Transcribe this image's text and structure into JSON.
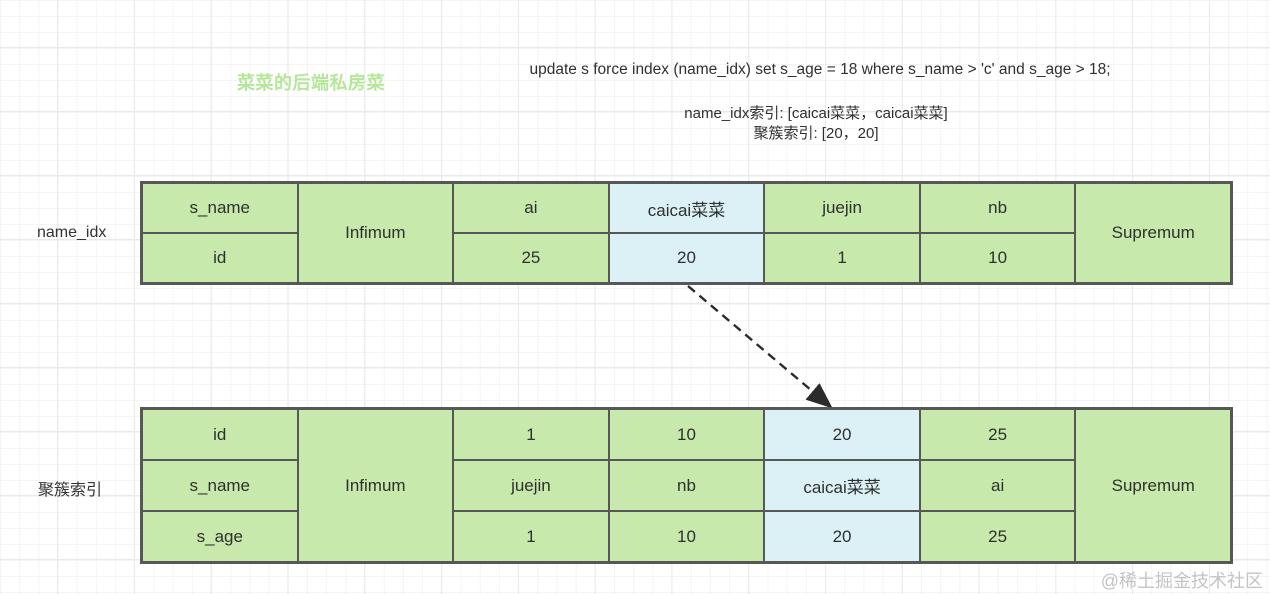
{
  "brand": "菜菜的后端私房菜",
  "sql": "update s force index (name_idx) set s_age = 18 where s_name > 'c' and s_age > 18;",
  "annotations": {
    "name_idx_line": "name_idx索引: [caicai菜菜，caicai菜菜]",
    "clustered_line": "聚簇索引: [20，20]"
  },
  "tables": [
    {
      "label": "name_idx",
      "header_col": [
        "s_name",
        "id"
      ],
      "infimum": "Infimum",
      "supremum": "Supremum",
      "records": [
        {
          "values": [
            "ai",
            "25"
          ],
          "highlight": false
        },
        {
          "values": [
            "caicai菜菜",
            "20"
          ],
          "highlight": true
        },
        {
          "values": [
            "juejin",
            "1"
          ],
          "highlight": false
        },
        {
          "values": [
            "nb",
            "10"
          ],
          "highlight": false
        }
      ]
    },
    {
      "label": "聚簇索引",
      "header_col": [
        "id",
        "s_name",
        "s_age"
      ],
      "infimum": "Infimum",
      "supremum": "Supremum",
      "records": [
        {
          "values": [
            "1",
            "juejin",
            "1"
          ],
          "highlight": false
        },
        {
          "values": [
            "10",
            "nb",
            "10"
          ],
          "highlight": false
        },
        {
          "values": [
            "20",
            "caicai菜菜",
            "20"
          ],
          "highlight": true
        },
        {
          "values": [
            "25",
            "ai",
            "25"
          ],
          "highlight": false
        }
      ]
    }
  ],
  "watermark": "@稀土掘金技术社区",
  "colors": {
    "cell_green": "#c7e9ab",
    "highlight_blue": "#dbf1f5",
    "border": "#575757",
    "brand_green": "#b5e79b",
    "text": "#2f2f2f",
    "arrow": "#2b2b2b",
    "watermark_gray": "#c4c4c4"
  }
}
